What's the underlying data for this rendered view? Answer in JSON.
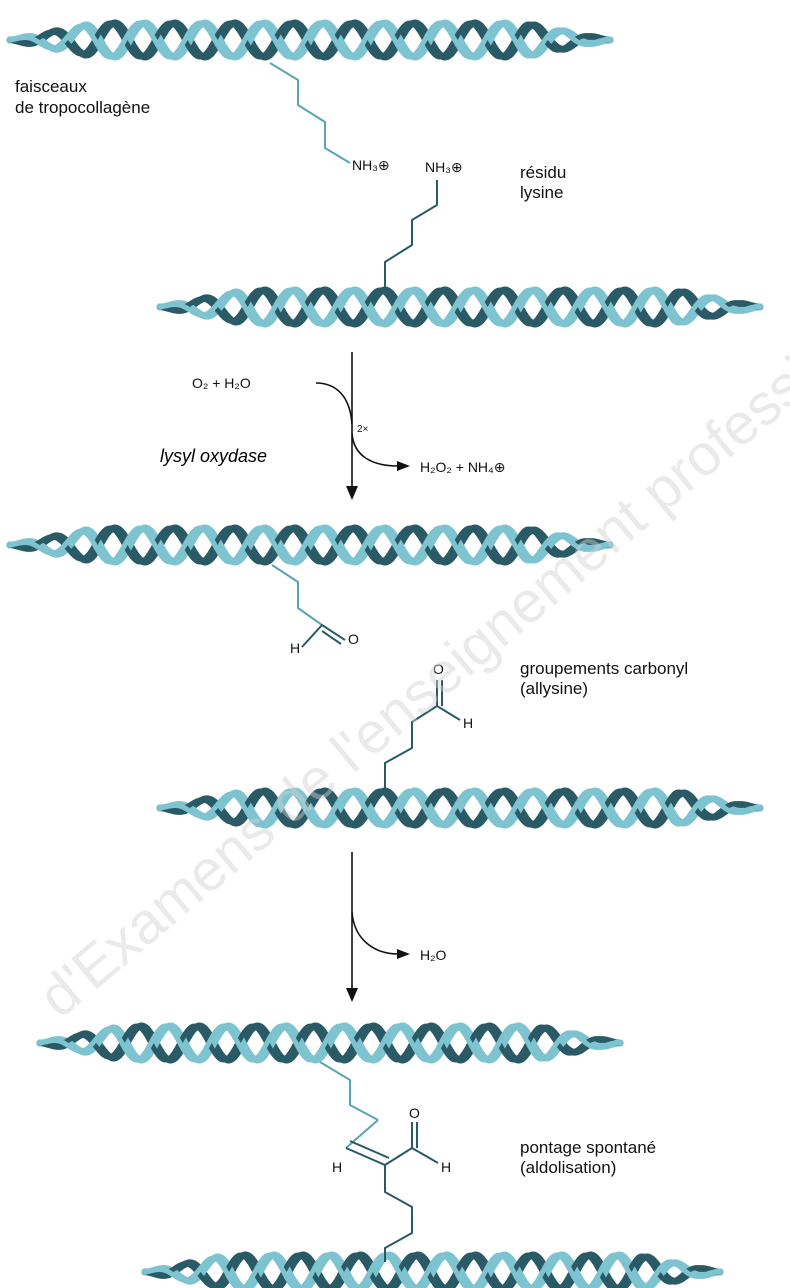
{
  "colors": {
    "helix_light": "#7ec3d0",
    "helix_dark": "#2a5a66",
    "enzyme": "#1f1fd6",
    "chain_teal": "#5aa5b5"
  },
  "labels": {
    "tropocollagen_line1": "faisceaux",
    "tropocollagen_line2": "de tropocollagène",
    "lysine_line1": "résidu",
    "lysine_line2": "lysine",
    "carbonyl_line1": "groupements carbonyl",
    "carbonyl_line2": "(allysine)",
    "crosslink_line1": "pontage spontané",
    "crosslink_line2": "(aldolisation)"
  },
  "reaction1": {
    "enzyme": "lysyl oxydase",
    "inputs": "O₂ + H₂O",
    "multiplier": "2×",
    "outputs": "H₂O₂ + NH₄⊕"
  },
  "reaction2": {
    "output": "H₂O"
  },
  "atoms": {
    "ammonium": "NH₃⊕",
    "H": "H",
    "O": "O"
  },
  "watermark": "d'Examens de l'enseignement professionnel"
}
